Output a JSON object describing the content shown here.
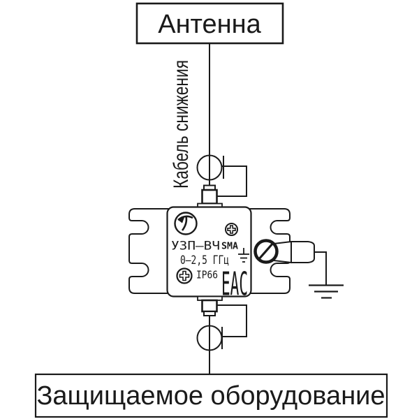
{
  "antenna": {
    "label": "Антенна"
  },
  "cable": {
    "label": "Кабель снижения"
  },
  "device": {
    "model": "УЗП–ВЧ",
    "connector": "SMA",
    "range": "0–2,5 ГГц",
    "ip_rating": "IP66",
    "cert_mark": "ЕАС"
  },
  "equipment": {
    "label": "Защищаемое оборудование"
  },
  "icons": {
    "logo": "manufacturer-logo-icon",
    "phillips_screw": "phillips-screw-icon",
    "ground_screw": "slotted-ground-screw-icon",
    "earth": "earth-ground-icon",
    "ground_mark": "ground-mark-icon",
    "cable_connector": "coax-connector-icon"
  },
  "colors": {
    "line": "#1a1a1a",
    "background": "#ffffff"
  }
}
